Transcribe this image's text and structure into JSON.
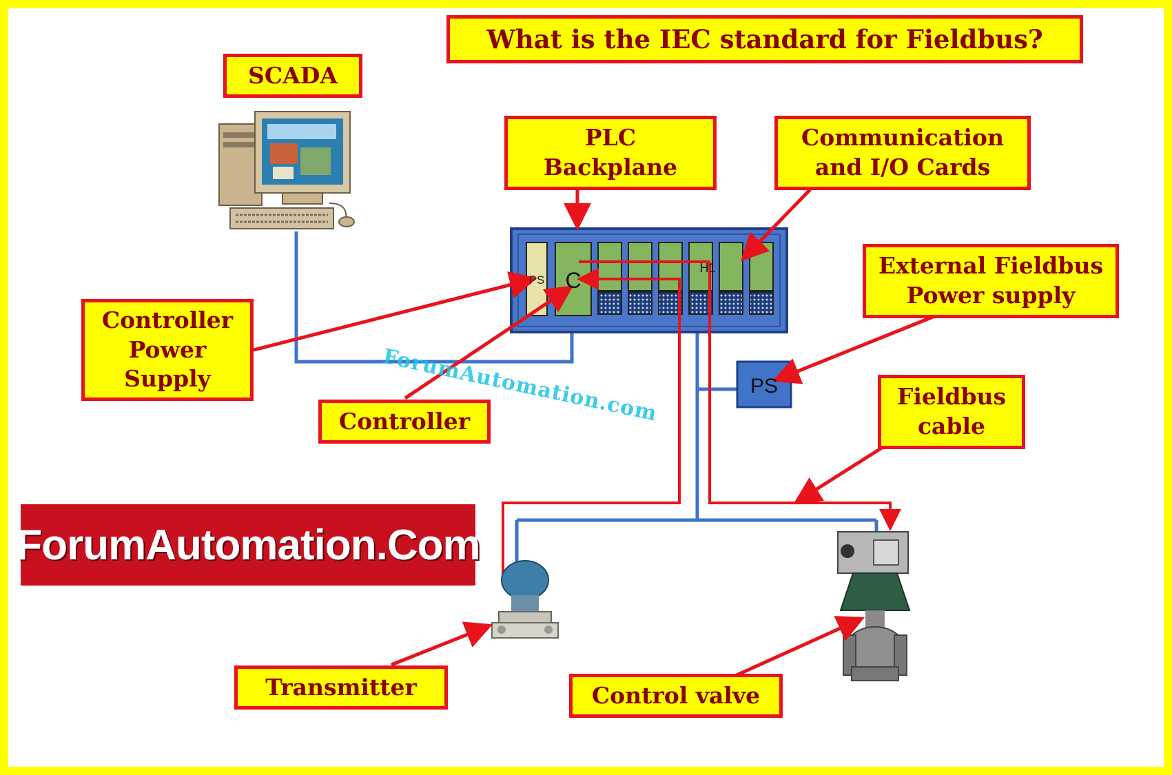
{
  "title": "What is the IEC standard for Fieldbus?",
  "labels": {
    "scada": "SCADA",
    "plc_backplane": [
      "PLC",
      "Backplane"
    ],
    "comm_io_cards": [
      "Communication",
      "and I/O Cards"
    ],
    "external_fieldbus_ps": [
      "External Fieldbus",
      "Power supply"
    ],
    "controller_power_supply": [
      "Controller",
      "Power",
      "Supply"
    ],
    "controller": "Controller",
    "fieldbus_cable": [
      "Fieldbus",
      "cable"
    ],
    "transmitter": "Transmitter",
    "control_valve": "Control valve"
  },
  "rack": {
    "ps_slot": "PS",
    "controller_slot": "C",
    "h1_slot": "H1"
  },
  "external_ps": "PS",
  "watermark": "ForumAutomation.com",
  "brand": "ForumAutomation.Com",
  "colors": {
    "frame": "#ffff00",
    "label_fill": "#ffff00",
    "label_border": "#e8131b",
    "label_text": "#8b0000",
    "arrow": "#e8131b",
    "network": "#3f74c8",
    "rack": "#4a77c9",
    "card": "#84b65f",
    "brand_bg": "#c8101e"
  }
}
